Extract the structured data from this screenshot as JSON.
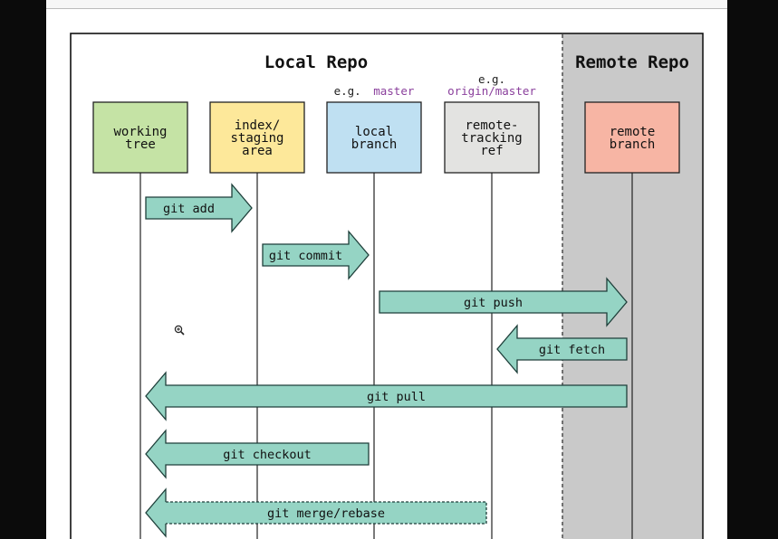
{
  "titles": {
    "local": "Local Repo",
    "remote": "Remote Repo"
  },
  "examples": {
    "local_branch": {
      "prefix": "e.g.",
      "value": "master"
    },
    "remote_tracking": {
      "prefix": "e.g.",
      "value": "origin/master"
    }
  },
  "boxes": [
    {
      "id": "working-tree",
      "lines": [
        "working",
        "tree"
      ],
      "fill": "#c5e3a5"
    },
    {
      "id": "index",
      "lines": [
        "index/",
        "staging",
        "area"
      ],
      "fill": "#fde89a"
    },
    {
      "id": "local-branch",
      "lines": [
        "local",
        "branch"
      ],
      "fill": "#bfe0f2"
    },
    {
      "id": "remote-tracking",
      "lines": [
        "remote-",
        "tracking",
        "ref"
      ],
      "fill": "#e3e3e1"
    },
    {
      "id": "remote-branch",
      "lines": [
        "remote",
        "branch"
      ],
      "fill": "#f7b5a4"
    }
  ],
  "commands": [
    {
      "id": "git-add",
      "label": "git add",
      "from": 0,
      "to": 1,
      "direction": "right"
    },
    {
      "id": "git-commit",
      "label": "git commit",
      "from": 1,
      "to": 2,
      "direction": "right"
    },
    {
      "id": "git-push",
      "label": "git push",
      "from": 2,
      "to": 4,
      "direction": "right"
    },
    {
      "id": "git-fetch",
      "label": "git fetch",
      "from": 4,
      "to": 3,
      "direction": "left"
    },
    {
      "id": "git-pull",
      "label": "git pull",
      "from": 4,
      "to": 0,
      "direction": "left"
    },
    {
      "id": "git-checkout",
      "label": "git checkout",
      "from": 2,
      "to": 0,
      "direction": "left"
    },
    {
      "id": "git-merge",
      "label": "git merge/rebase",
      "from": 3,
      "to": 0,
      "direction": "left",
      "dashed": true
    }
  ],
  "colors": {
    "arrow_fill": "#95d4c4",
    "arrow_stroke": "#1e3f3a",
    "remote_bg": "#c9c9c9",
    "example_text": "#8a3f9c"
  }
}
